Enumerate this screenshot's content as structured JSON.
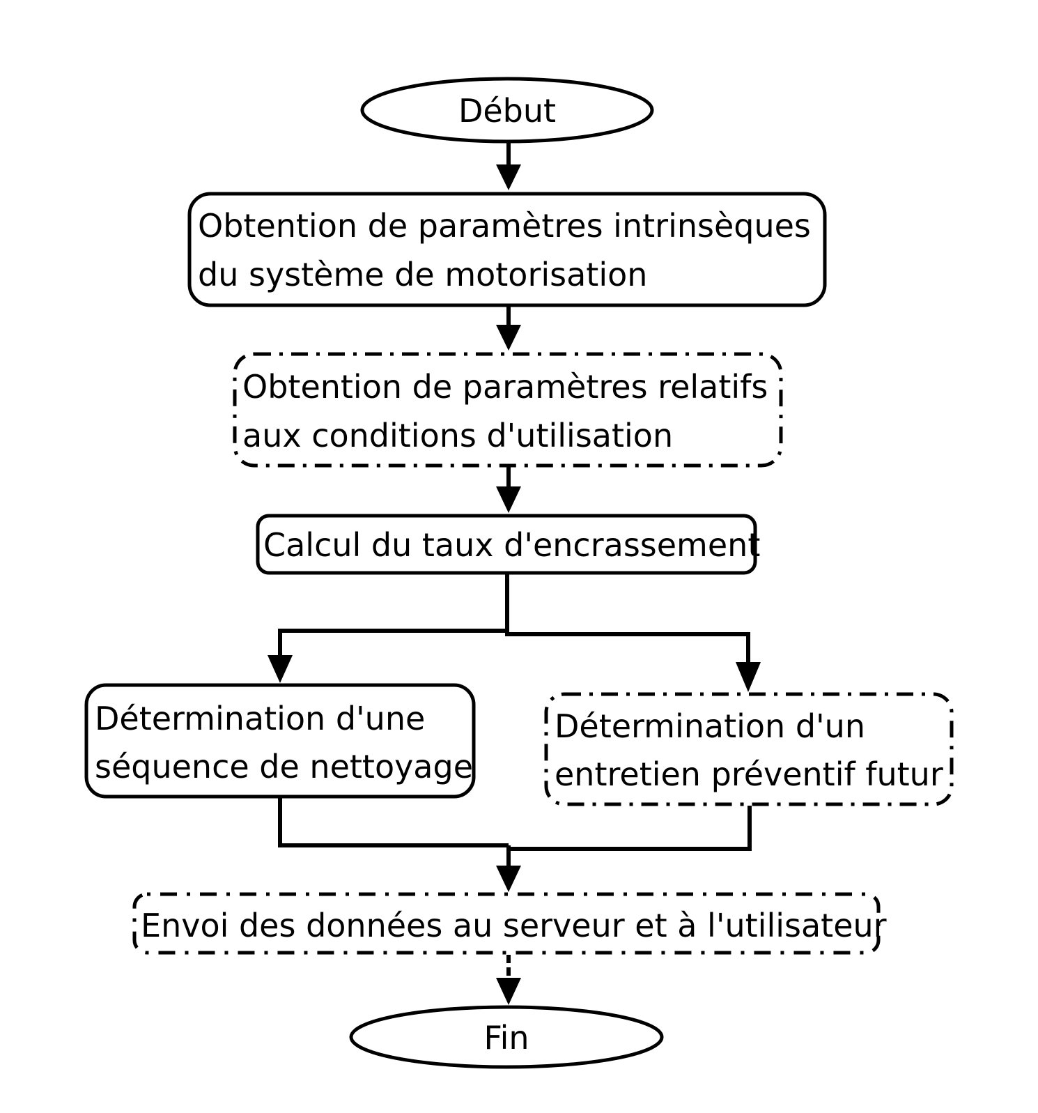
{
  "flowchart": {
    "start": "Début",
    "step1": {
      "line1": "Obtention de paramètres intrinsèques",
      "line2": "du système de motorisation"
    },
    "step2": {
      "line1": "Obtention de paramètres relatifs",
      "line2": "aux conditions d'utilisation"
    },
    "step3": "Calcul du taux d'encrassement",
    "step4_left": {
      "line1": "Détermination d'une",
      "line2": "séquence de nettoyage"
    },
    "step4_right": {
      "line1": "Détermination d'un",
      "line2": "entretien préventif futur"
    },
    "step5": "Envoi des données au serveur et à l'utilisateur",
    "end": "Fin"
  }
}
